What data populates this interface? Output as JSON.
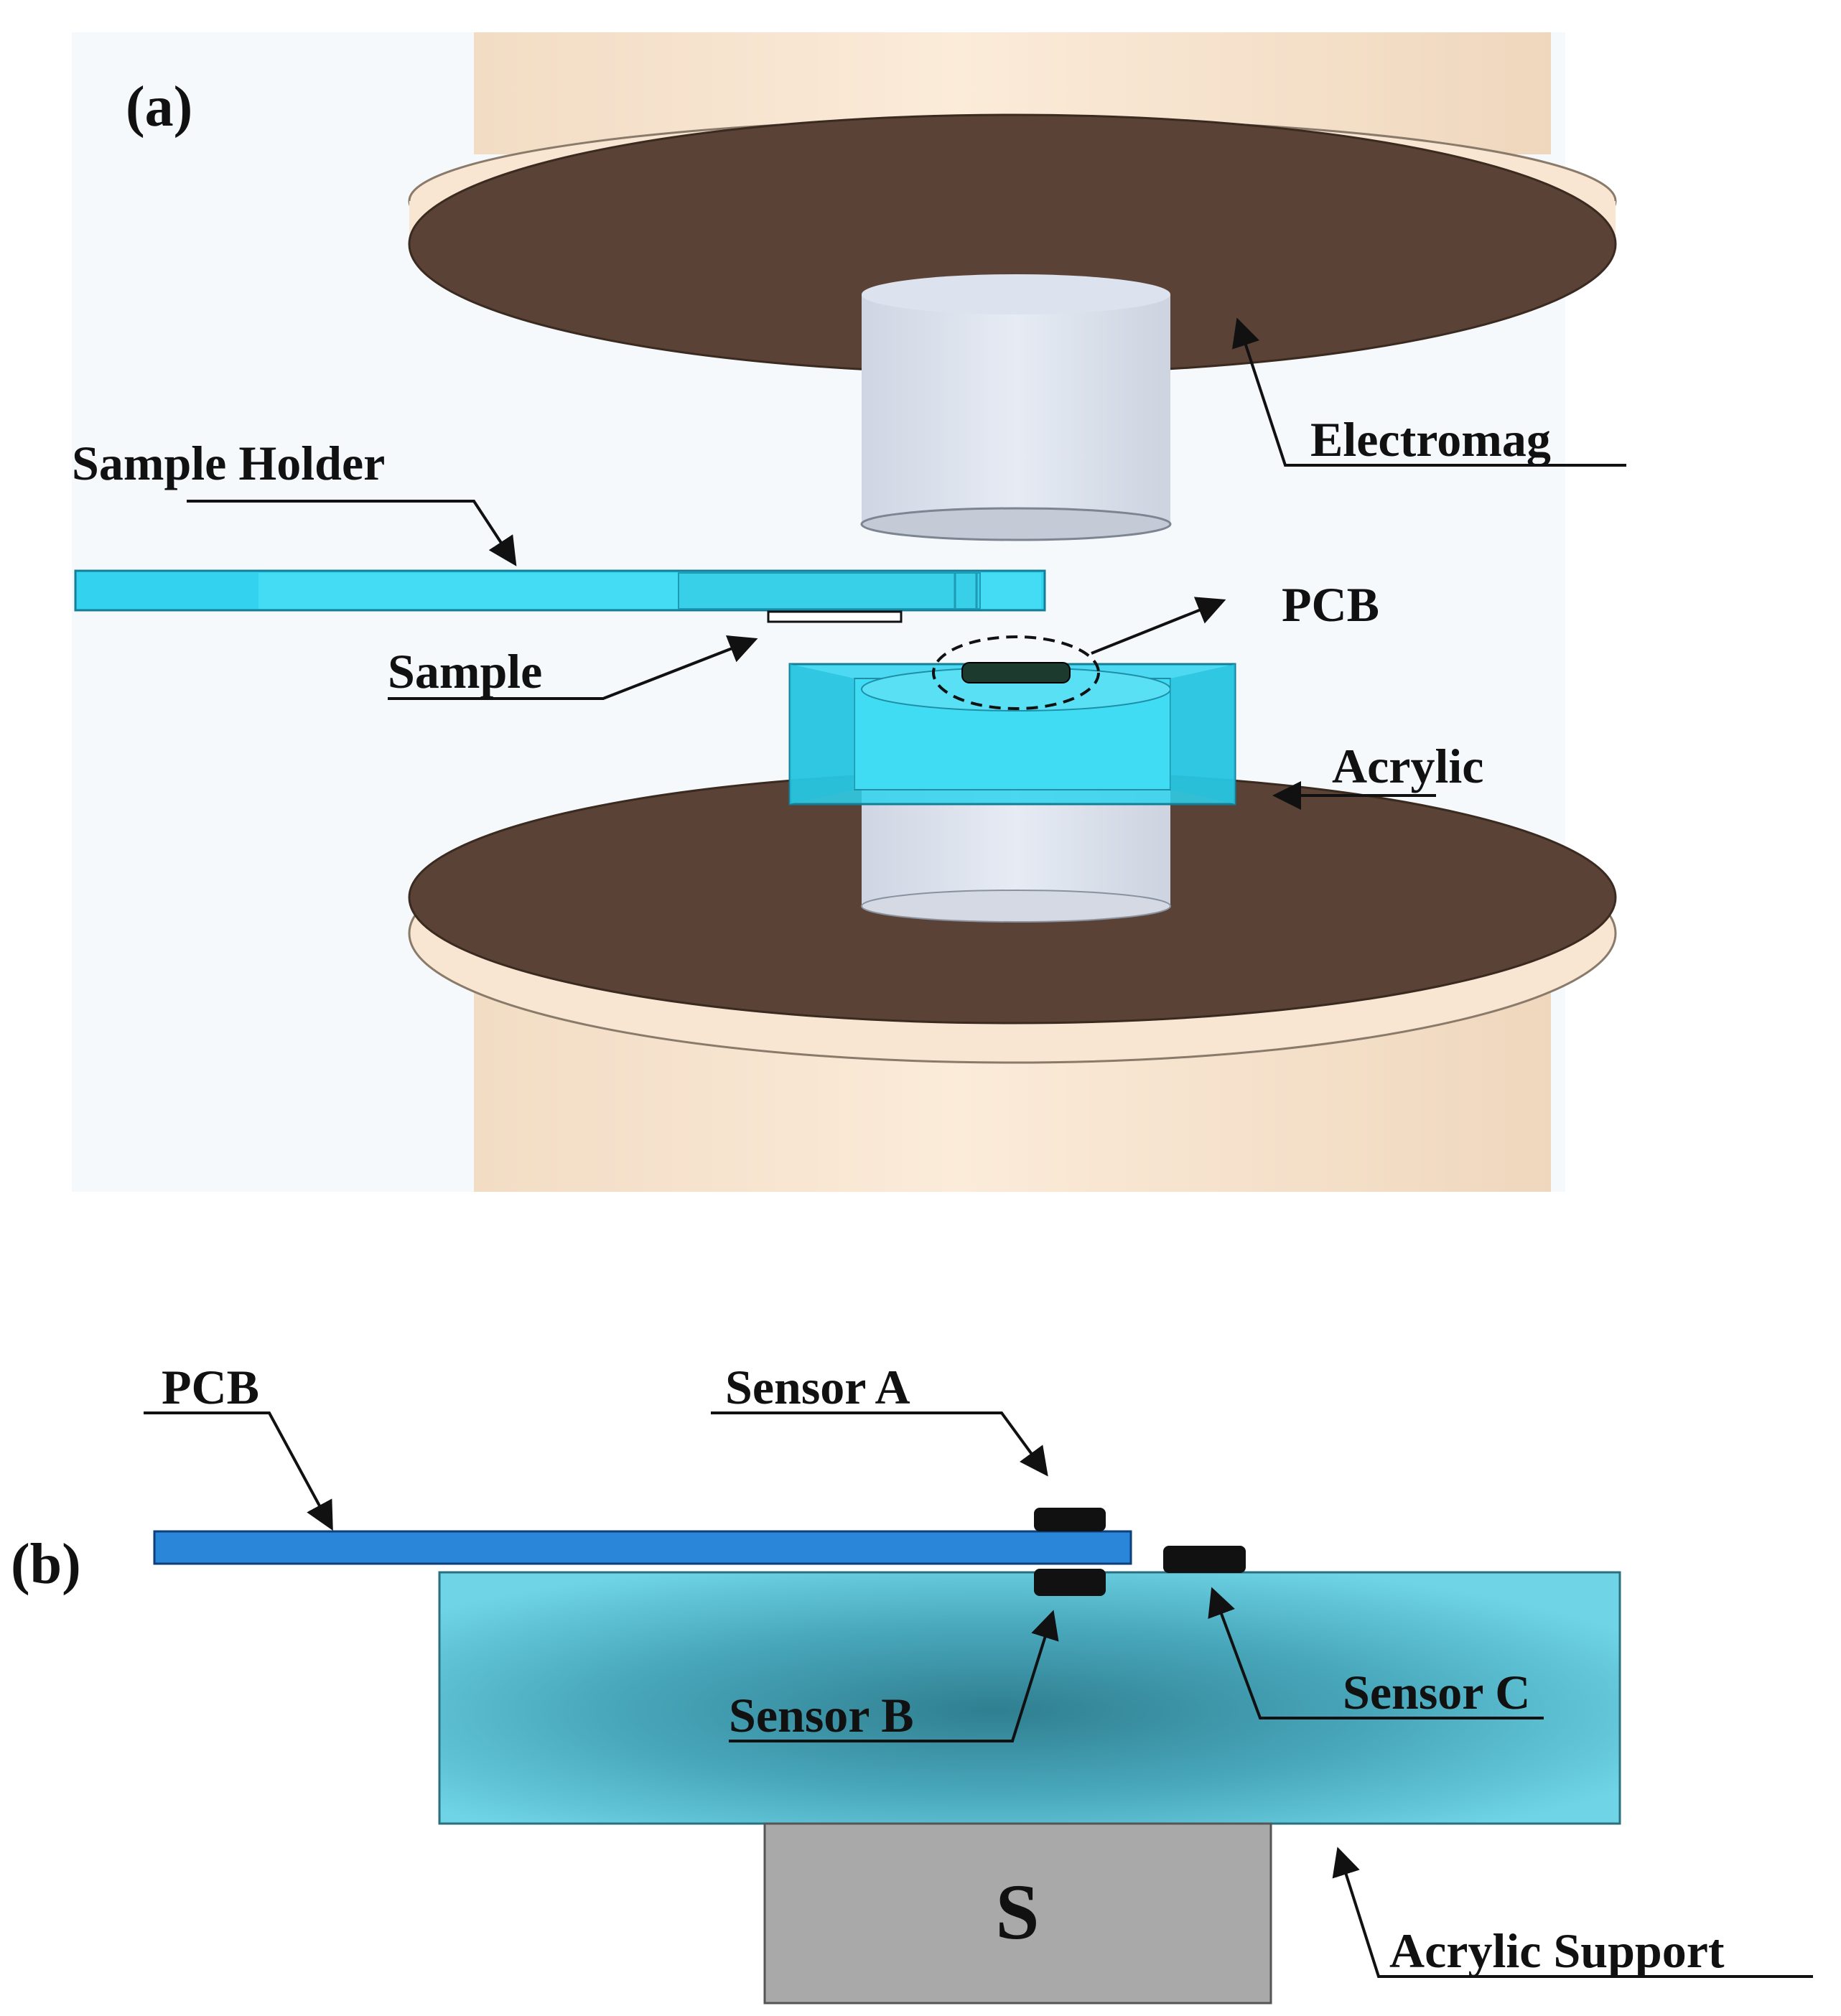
{
  "panel_a": {
    "panel_label": "(a)",
    "labels": {
      "electromag": "Electromag",
      "sample_holder": "Sample Holder",
      "sample": "Sample",
      "pcb": "PCB",
      "acrylic": "Acrylic"
    }
  },
  "panel_b": {
    "panel_label": "(b)",
    "labels": {
      "pcb": "PCB",
      "sensor_a": "Sensor A",
      "sensor_b": "Sensor B",
      "sensor_c": "Sensor C",
      "magnet": "S",
      "acrylic_support": "Acrylic Support"
    }
  },
  "colors": {
    "pole_cylinder": "#f6e2cc",
    "pole_disk_face": "#5b4236",
    "pole_disk_rim": "#f8e6d2",
    "steel_core": "#dde3ee",
    "acrylic_cyan": "#2ed3ef",
    "pcb_blue": "#2a86d8",
    "acrylic_support": "#4fb8cc",
    "sensor_black": "#111111",
    "magnet_gray": "#a9a9a9"
  }
}
